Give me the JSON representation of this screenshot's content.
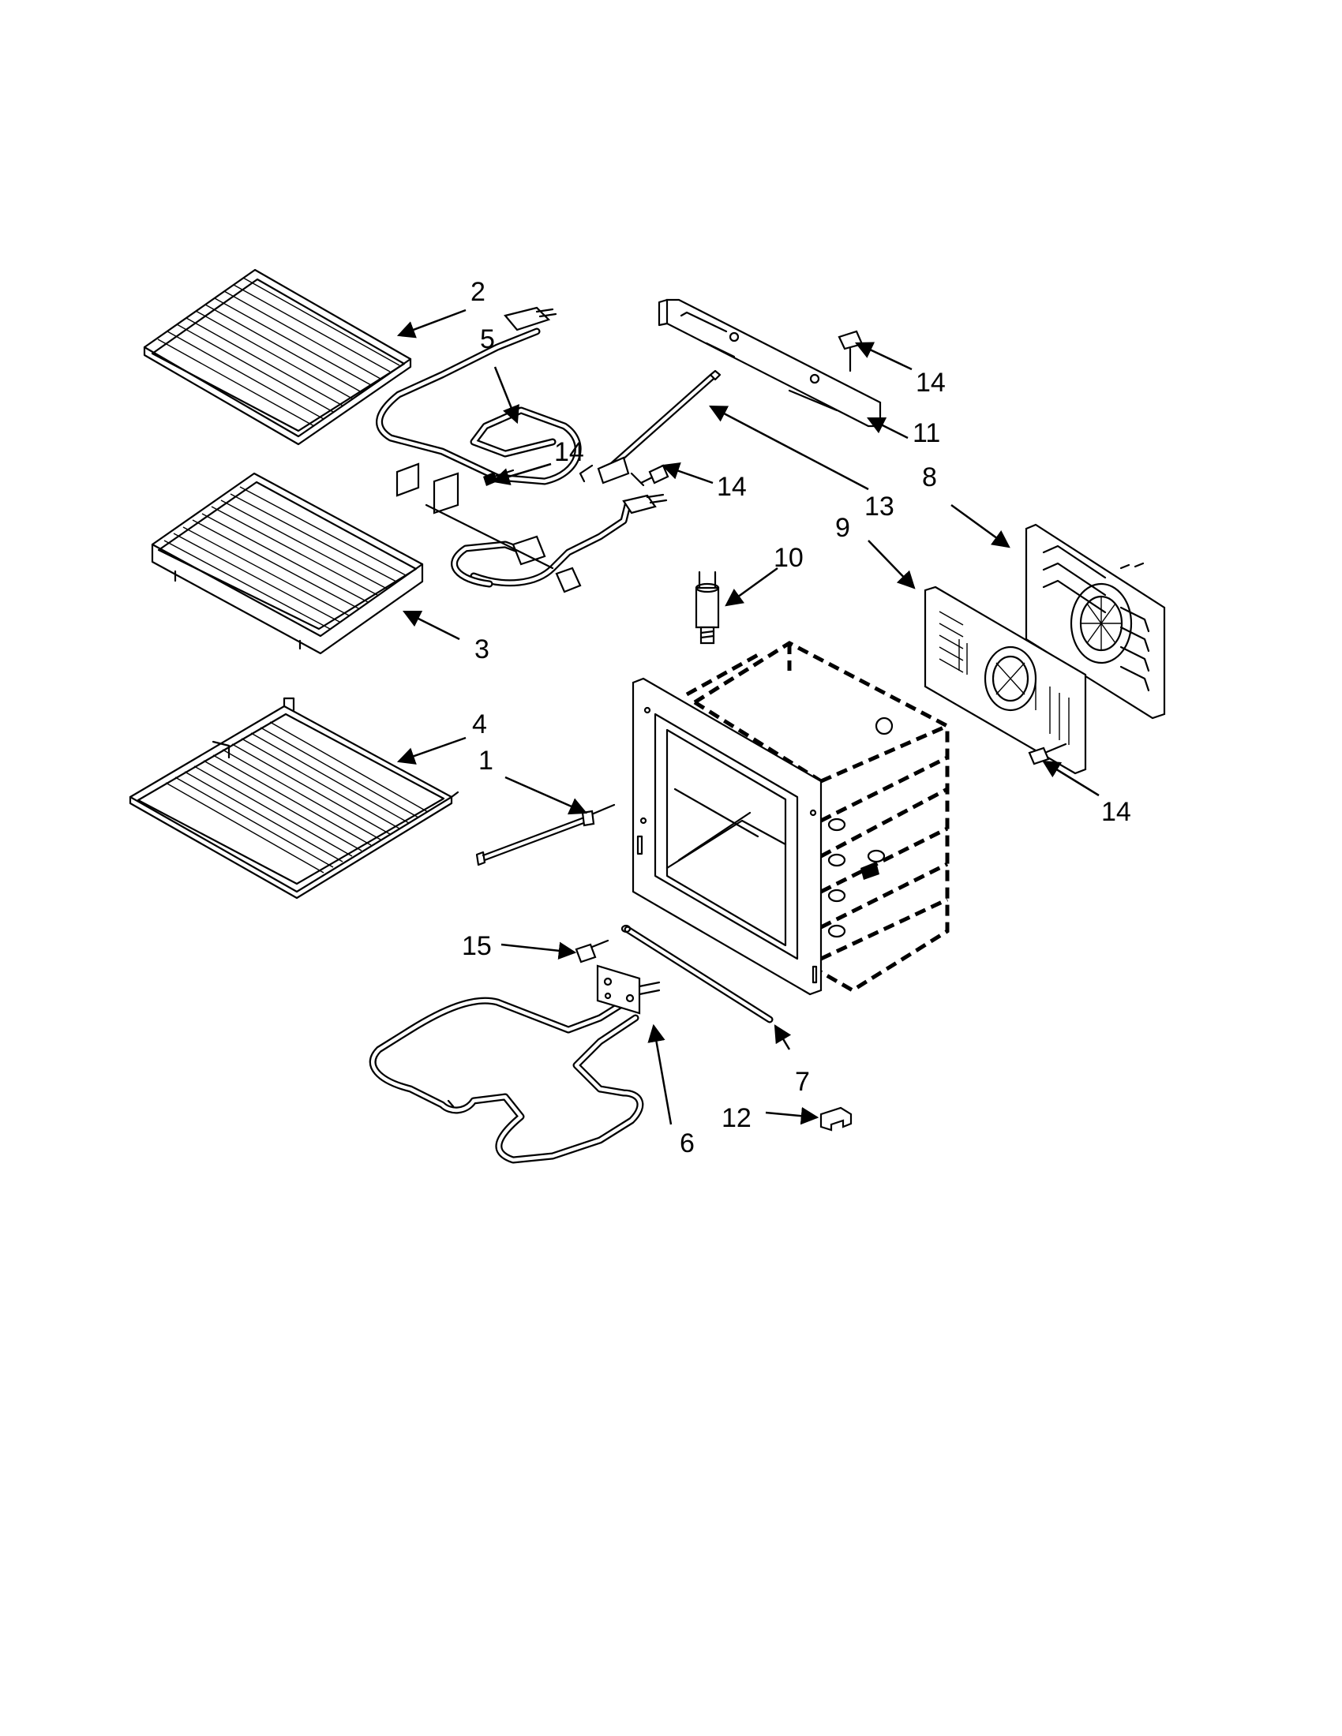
{
  "callouts": [
    {
      "id": "c2",
      "text": "2"
    },
    {
      "id": "c5",
      "text": "5"
    },
    {
      "id": "c14a",
      "text": "14"
    },
    {
      "id": "c3",
      "text": "3"
    },
    {
      "id": "c4",
      "text": "4"
    },
    {
      "id": "c1",
      "text": "1"
    },
    {
      "id": "c14b",
      "text": "14"
    },
    {
      "id": "c13",
      "text": "13"
    },
    {
      "id": "c14c",
      "text": "14"
    },
    {
      "id": "c11",
      "text": "11"
    },
    {
      "id": "c8",
      "text": "8"
    },
    {
      "id": "c9",
      "text": "9"
    },
    {
      "id": "c10",
      "text": "10"
    },
    {
      "id": "c14d",
      "text": "14"
    },
    {
      "id": "c15",
      "text": "15"
    },
    {
      "id": "c7",
      "text": "7"
    },
    {
      "id": "c6",
      "text": "6"
    },
    {
      "id": "c12",
      "text": "12"
    }
  ]
}
